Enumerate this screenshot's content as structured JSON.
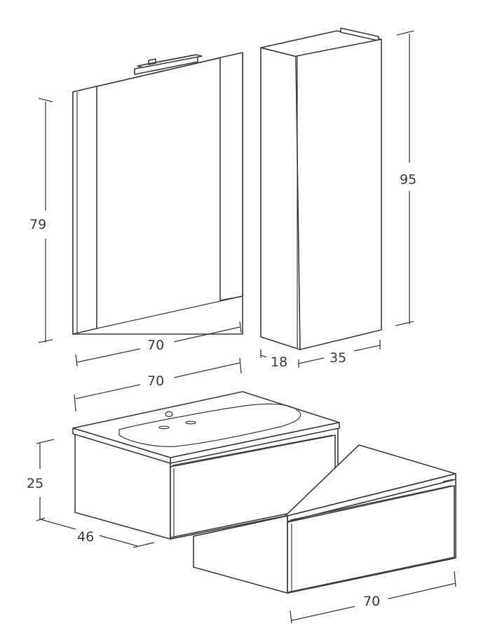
{
  "dimensions": {
    "mirror_height": "79",
    "mirror_width": "70",
    "column_height": "95",
    "column_depth": "18",
    "column_width": "35",
    "vanity_width": "70",
    "vanity_height": "25",
    "vanity_depth": "46",
    "drawer_unit_width": "70"
  },
  "colors": {
    "line": "#3a3a3a",
    "background": "#ffffff"
  }
}
